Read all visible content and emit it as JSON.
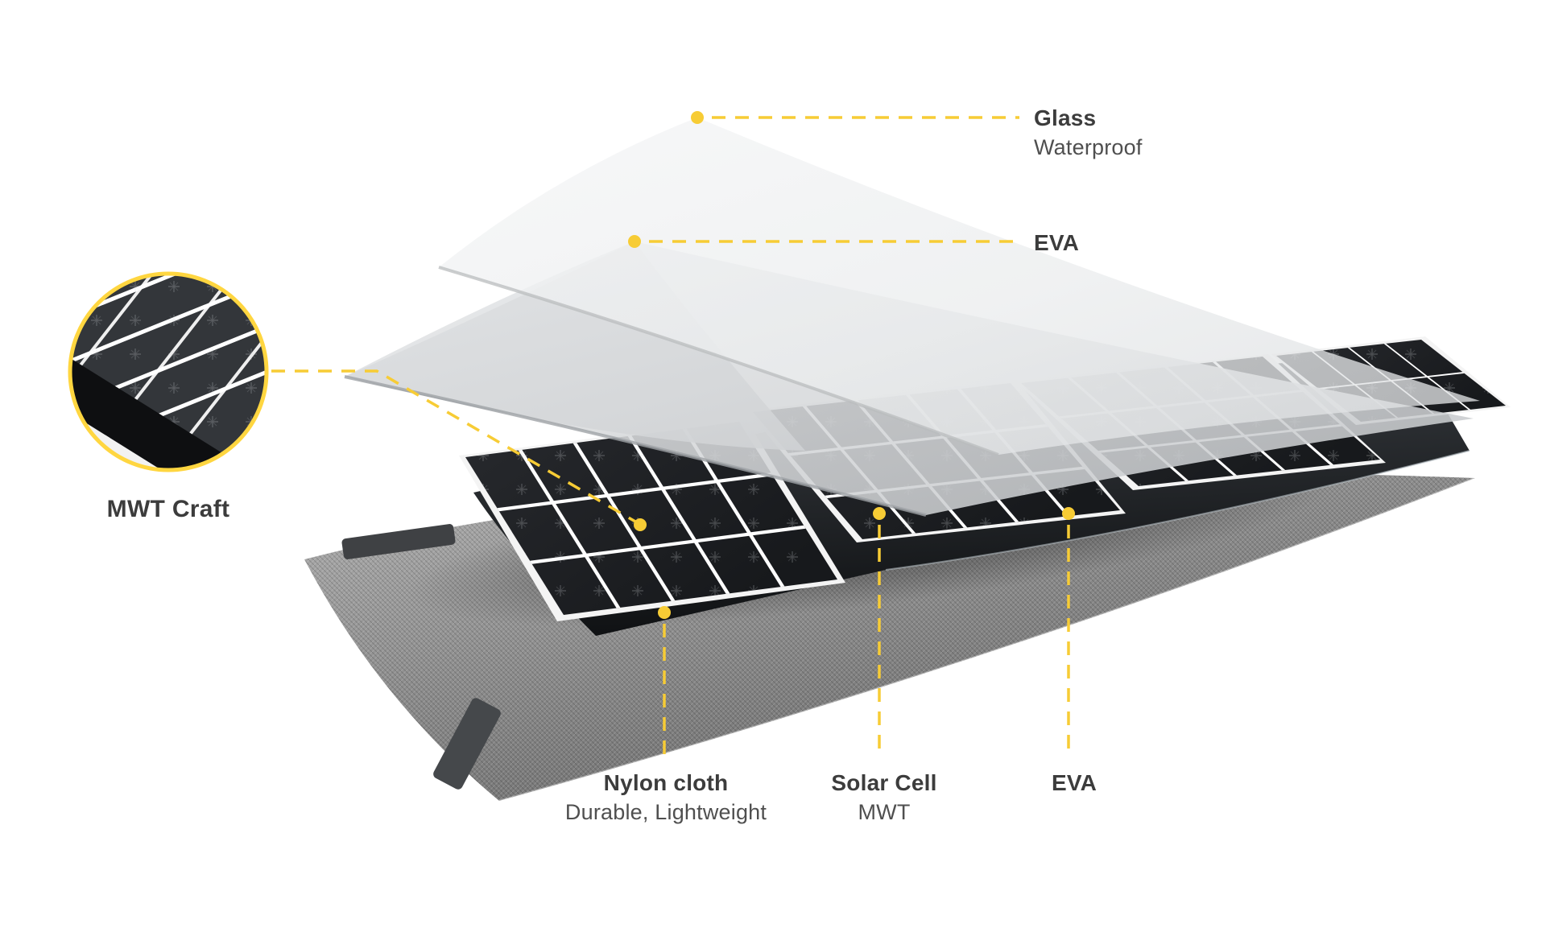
{
  "accent": {
    "callout_yellow": "#F7CC35",
    "magnifier_ring_yellow": "#FFD640"
  },
  "text_colors": {
    "title": "#3C3C3C",
    "subtitle": "#4F4F4F"
  },
  "callouts": {
    "glass": {
      "title": "Glass",
      "subtitle": "Waterproof"
    },
    "eva_top": {
      "title": "EVA"
    },
    "mwt_craft": {
      "title": "MWT Craft"
    },
    "nylon": {
      "title": "Nylon cloth",
      "subtitle": "Durable, Lightweight"
    },
    "solar_cell": {
      "title": "Solar Cell",
      "subtitle": "MWT"
    },
    "eva_bottom": {
      "title": "EVA"
    }
  }
}
